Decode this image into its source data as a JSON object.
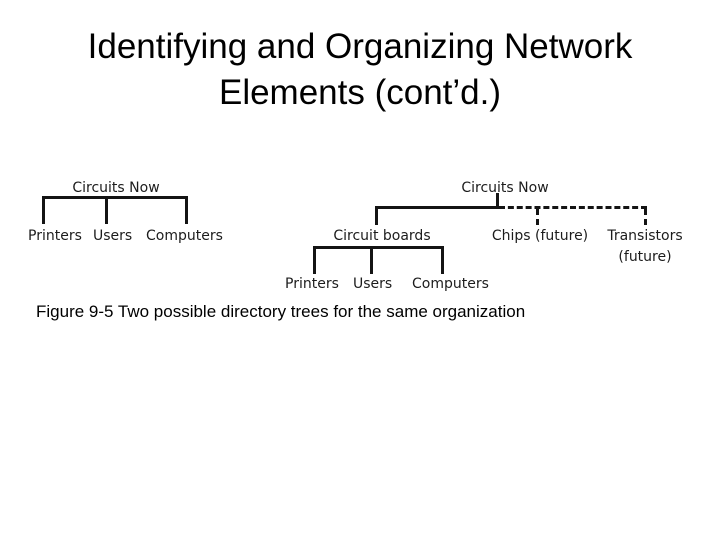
{
  "slide": {
    "title_line1": "Identifying and Organizing Network",
    "title_line2": "Elements (cont’d.)",
    "caption": "Figure 9-5 Two possible directory trees for the same organization"
  },
  "figure": {
    "left_tree": {
      "root": "Circuits Now",
      "children": [
        "Printers",
        "Users",
        "Computers"
      ]
    },
    "right_tree": {
      "root": "Circuits Now",
      "solid_child": "Circuit boards",
      "dashed_children": [
        {
          "label": "Chips (future)",
          "label2": ""
        },
        {
          "label": "Transistors",
          "label2": "(future)"
        }
      ],
      "grandchildren": [
        "Printers",
        "Users",
        "Computers"
      ]
    },
    "colors": {
      "background": "#ffffff",
      "line": "#141414",
      "figure_text": "#1c1c1c",
      "title_text": "#000000"
    },
    "future_link_style": "dashed"
  }
}
